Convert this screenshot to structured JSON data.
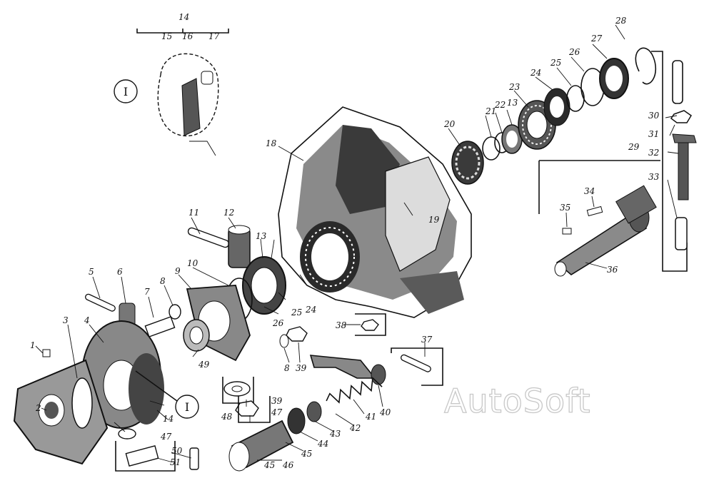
{
  "watermark": "AutoSoft",
  "callout_marker": "I",
  "labels": {
    "n1": "1",
    "n2": "2",
    "n3": "3",
    "n4": "4",
    "n5": "5",
    "n6": "6",
    "n7": "7",
    "n8": "8",
    "n8b": "8",
    "n9": "9",
    "n10": "10",
    "n11": "11",
    "n12": "12",
    "n13": "13",
    "n13b": "13",
    "n14": "14",
    "n14b": "14",
    "n15": "15",
    "n16": "16",
    "n17": "17",
    "n18": "18",
    "n19": "19",
    "n20": "20",
    "n21": "21",
    "n22": "22",
    "n23": "23",
    "n24": "24",
    "n24b": "24",
    "n25": "25",
    "n25b": "25",
    "n26": "26",
    "n26b": "26",
    "n27": "27",
    "n28": "28",
    "n29": "29",
    "n30": "30",
    "n31": "31",
    "n32": "32",
    "n33": "33",
    "n34": "34",
    "n35": "35",
    "n36": "36",
    "n37": "37",
    "n38": "38",
    "n39": "39",
    "n39b": "39",
    "n40": "40",
    "n41": "41",
    "n42": "42",
    "n43": "43",
    "n44": "44",
    "n45": "45",
    "n45b": "45",
    "n46": "46",
    "n47": "47",
    "n47b": "47",
    "n48": "48",
    "n49": "49",
    "n50": "50",
    "n51": "51"
  },
  "colors": {
    "ink": "#111111",
    "paper": "#ffffff",
    "watermark_outline": "#c8c8c8"
  }
}
